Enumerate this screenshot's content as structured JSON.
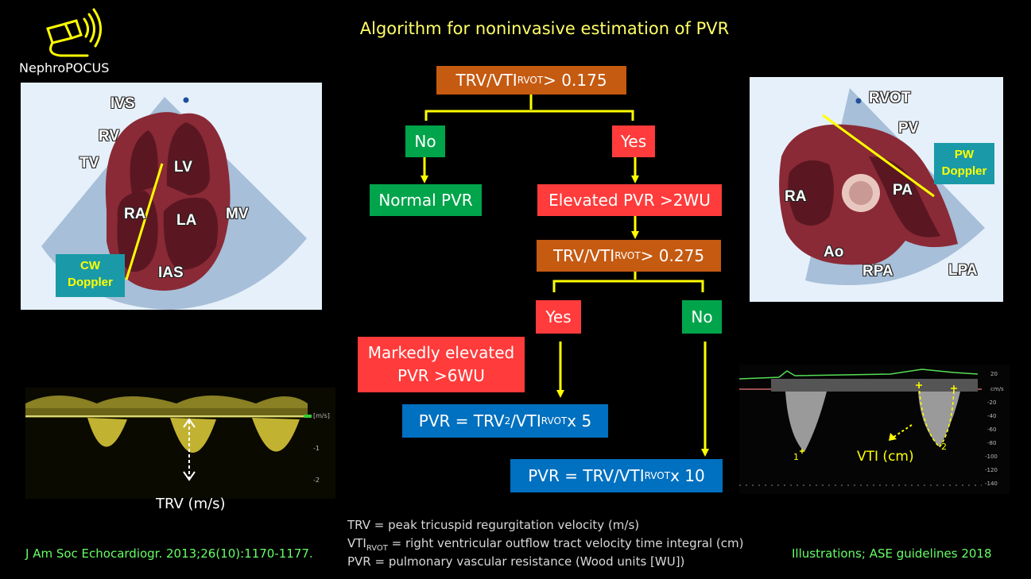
{
  "title": "Algorithm for noninvasive estimation of PVR",
  "logo": {
    "text": "NephroPOCUS",
    "icon": "ultrasound-probe-icon"
  },
  "flow": {
    "cond1": {
      "pre": "TRV/VTI",
      "sub": "RVOT",
      "post": " > 0.175"
    },
    "no1": "No",
    "yes1": "Yes",
    "normal": "Normal PVR",
    "elevated": "Elevated PVR >2WU",
    "cond2": {
      "pre": "TRV/VTI",
      "sub": "RVOT",
      "post": " > 0.275"
    },
    "yes2": "Yes",
    "no2": "No",
    "marked": {
      "line1": "Markedly elevated",
      "line2": "PVR >6WU"
    },
    "formula1": {
      "pre": "PVR = TRV",
      "sup": "2",
      "mid": "/VTI",
      "sub": "RVOT",
      "post": " x 5"
    },
    "formula2": {
      "pre": "PVR = TRV/VTI",
      "sub": "RVOT",
      "post": " x 10"
    }
  },
  "left_echo": {
    "labels": {
      "ivs": "IVS",
      "rv": "RV",
      "tv": "TV",
      "lv": "LV",
      "ra": "RA",
      "la": "LA",
      "mv": "MV",
      "ias": "IAS"
    },
    "doppler": {
      "line1": "CW",
      "line2": "Doppler"
    }
  },
  "right_echo": {
    "labels": {
      "rvot": "RVOT",
      "pv": "PV",
      "ra": "RA",
      "pa": "PA",
      "ao": "Ao",
      "rpa": "RPA",
      "lpa": "LPA"
    },
    "doppler": {
      "line1": "PW",
      "line2": "Doppler"
    }
  },
  "left_trace": {
    "caption": "TRV (m/s)",
    "scale_unit": "[m/s]",
    "ticks": [
      "-1",
      "-2"
    ]
  },
  "right_trace": {
    "caption": "VTI (cm)",
    "marker1": "1",
    "marker2": "2",
    "scale_unit": "cm/s",
    "ticks": [
      "20",
      "-20",
      "-40",
      "-60",
      "-80",
      "-100",
      "-120",
      "-140"
    ]
  },
  "legend": {
    "line1": "TRV = peak tricuspid regurgitation velocity (m/s)",
    "line2": {
      "pre": "VTI",
      "sub": "RVOT",
      "post": " = right ventricular outflow tract velocity time integral (cm)"
    },
    "line3": "PVR = pulmonary vascular resistance (Wood units [WU])"
  },
  "citation_left": "J Am Soc Echocardiogr. 2013;26(10):1170-1177.",
  "citation_right": "Illustrations; ASE guidelines 2018",
  "colors": {
    "title": "#ffff66",
    "condition": "#c55a11",
    "no": "#00a44a",
    "yes": "#ff3b3b",
    "formula": "#0070c0",
    "arrows": "#ffff00",
    "citation": "#66ff66"
  }
}
